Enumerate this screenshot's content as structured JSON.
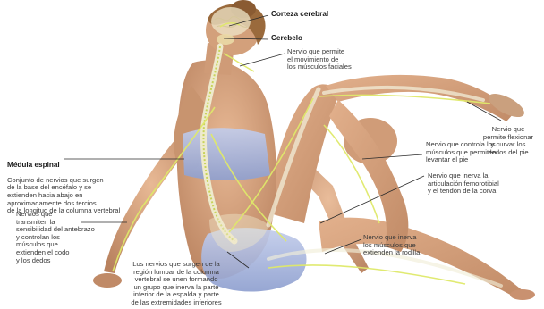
{
  "labels": {
    "corteza_cerebral": "Corteza cerebral",
    "cerebelo": "Cerebelo",
    "nervio_faciales": "Nervio que permite\nel movimiento de\nlos músculos faciales",
    "nervio_pie": "Nervio que\npermite flexionar\ny curvar los\ndedos del pie",
    "nervio_levantar_pie": "Nervio que controla los\nmúsculos que permiten\nlevantar el pie",
    "nervio_femorotibial": "Nervio que inerva la\narticulación femorotibial\ny el tendón de la corva",
    "medula_title": "Médula espinal",
    "medula_desc": "Conjunto de nervios que surgen\nde la base del encéfalo y se\nextienden hacia abajo en\naproximadamente dos tercios\nde la longitud de la columna vertebral",
    "nervios_antebrazo": "Nervios que\ntransmiten la\nsensibilidad del antebrazo\ny controlan los\nmúsculos que\nextienden el codo\ny los dedos",
    "nervio_rodilla": "Nervio que inerva\nlos músculos que\nextienden la rodilla",
    "region_lumbar": "Los nervios que surgen de la\nregión lumbar de la columna\nvertebral se unen formando\nun grupo que inerva la parte\ninferior de la espalda y parte\nde las extremidades inferiores"
  },
  "colors": {
    "background": "#ffffff",
    "skin": "#d9a583",
    "skin_shadow": "#b9825f",
    "hair": "#9a6a3c",
    "clothing": "#aab8dc",
    "nerve": "#dfe96a",
    "bone": "#f1eed8",
    "leader_line": "#2b2b2b"
  },
  "icons": {
    "figure": "human-figure-nervous-system-illustration"
  }
}
